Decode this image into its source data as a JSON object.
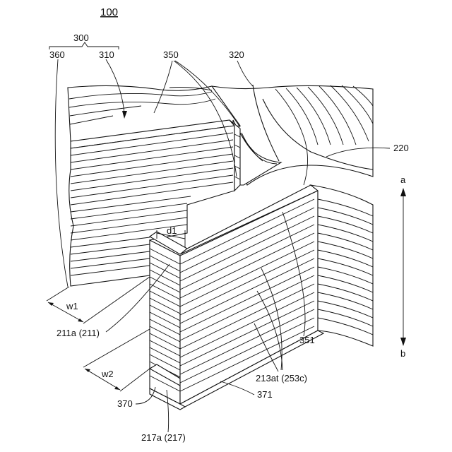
{
  "figure_number": "100",
  "labels": {
    "l300": "300",
    "l360": "360",
    "l310": "310",
    "l350": "350",
    "l320": "320",
    "l220": "220",
    "a": "a",
    "b": "b",
    "d1": "d1",
    "w1": "w1",
    "w2": "w2",
    "l211a": "211a (211)",
    "l351": "351",
    "l213at": "213at (253c)",
    "l370": "370",
    "l371": "371",
    "l217a": "217a (217)"
  }
}
